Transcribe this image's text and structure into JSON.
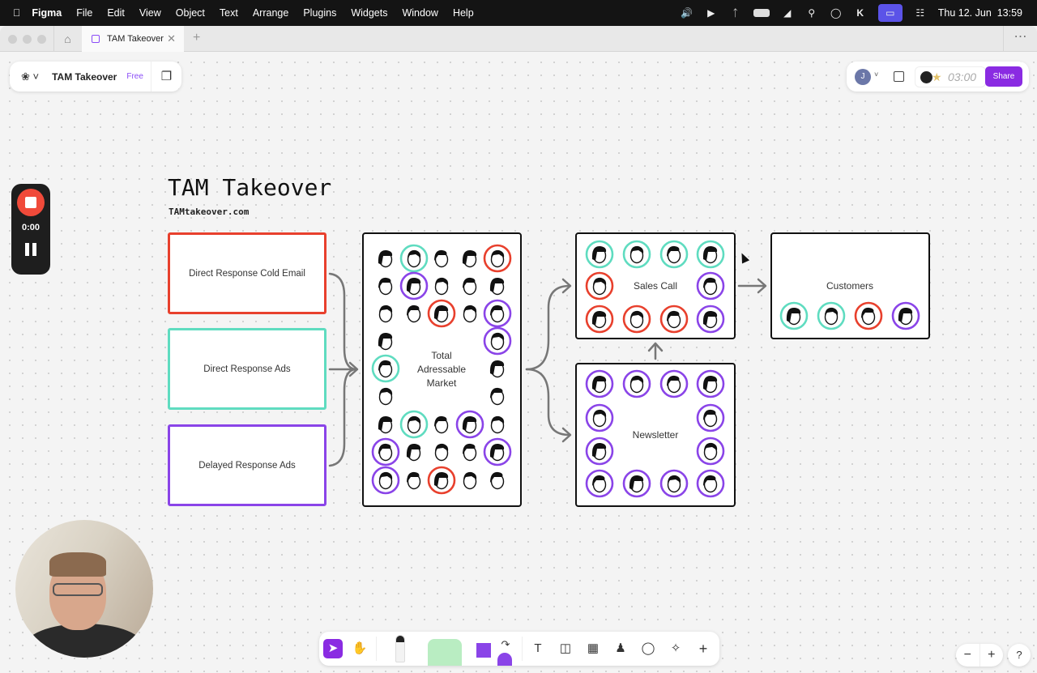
{
  "menubar": {
    "app": "Figma",
    "items": [
      "File",
      "Edit",
      "View",
      "Object",
      "Text",
      "Arrange",
      "Plugins",
      "Widgets",
      "Window",
      "Help"
    ],
    "clock": "Thu 12. Jun  13:59",
    "icons": [
      "apple-icon",
      "volume-icon",
      "play-icon",
      "bluetooth-icon",
      "battery-icon",
      "wifi-icon",
      "search-icon",
      "shortcut-icon",
      "k-app-icon",
      "screen-share-icon",
      "control-center-icon"
    ]
  },
  "tabs": {
    "active": "TAM Takeover"
  },
  "file": {
    "name": "TAM Takeover",
    "plan": "Free"
  },
  "toolbar_right": {
    "avatar": "J",
    "timer": "03:00",
    "share": "Share"
  },
  "recorder": {
    "time": "0:00"
  },
  "board": {
    "title": "TAM Takeover",
    "subtitle": "TAMtakeover.com",
    "sources": [
      {
        "label": "Direct Response Cold Email",
        "color": "#e8402d"
      },
      {
        "label": "Direct Response Ads",
        "color": "#5fdcc0"
      },
      {
        "label": "Delayed Response Ads",
        "color": "#8a44e8"
      }
    ],
    "tam": {
      "label_lines": [
        "Total",
        "Adressable",
        "Market"
      ],
      "rings": [
        [
          "n",
          "c",
          "n",
          "n",
          "r"
        ],
        [
          "n",
          "p",
          "n",
          "n",
          "n"
        ],
        [
          "n",
          "n",
          "r",
          "n",
          "p"
        ],
        [
          "n",
          "",
          "",
          "",
          "p"
        ],
        [
          "c",
          "",
          "",
          "",
          "n"
        ],
        [
          "n",
          "",
          "",
          "",
          "n"
        ],
        [
          "n",
          "c",
          "n",
          "p",
          "n"
        ],
        [
          "p",
          "n",
          "n",
          "n",
          "p"
        ],
        [
          "p",
          "n",
          "r",
          "n",
          "n"
        ]
      ]
    },
    "sales_call": {
      "label": "Sales Call",
      "rings": [
        [
          "c",
          "c",
          "c",
          "c"
        ],
        [
          "r",
          "",
          "",
          "p"
        ],
        [
          "r",
          "r",
          "r",
          "p"
        ]
      ]
    },
    "newsletter": {
      "label": "Newsletter",
      "rings": [
        [
          "p",
          "p",
          "p",
          "p"
        ],
        [
          "p",
          "",
          "",
          "p"
        ],
        [
          "p",
          "",
          "",
          "p"
        ],
        [
          "p",
          "p",
          "p",
          "p"
        ]
      ]
    },
    "customers": {
      "label": "Customers",
      "rings": [
        [
          "c",
          "c",
          "r",
          "p"
        ]
      ]
    }
  },
  "colors": {
    "c": "#5fdcc0",
    "p": "#8a44e8",
    "r": "#e8402d",
    "accent": "#8a2be2"
  },
  "bottom_toolbar": {
    "tools": [
      "select-tool",
      "hand-tool",
      "pen-tool",
      "sticky-note-tool",
      "shape-tool",
      "text-tool",
      "section-tool",
      "table-tool",
      "stamp-tool",
      "comment-tool",
      "ai-tool",
      "more-tool"
    ]
  },
  "zoom": {
    "minus": "−",
    "plus": "+",
    "help": "?"
  }
}
